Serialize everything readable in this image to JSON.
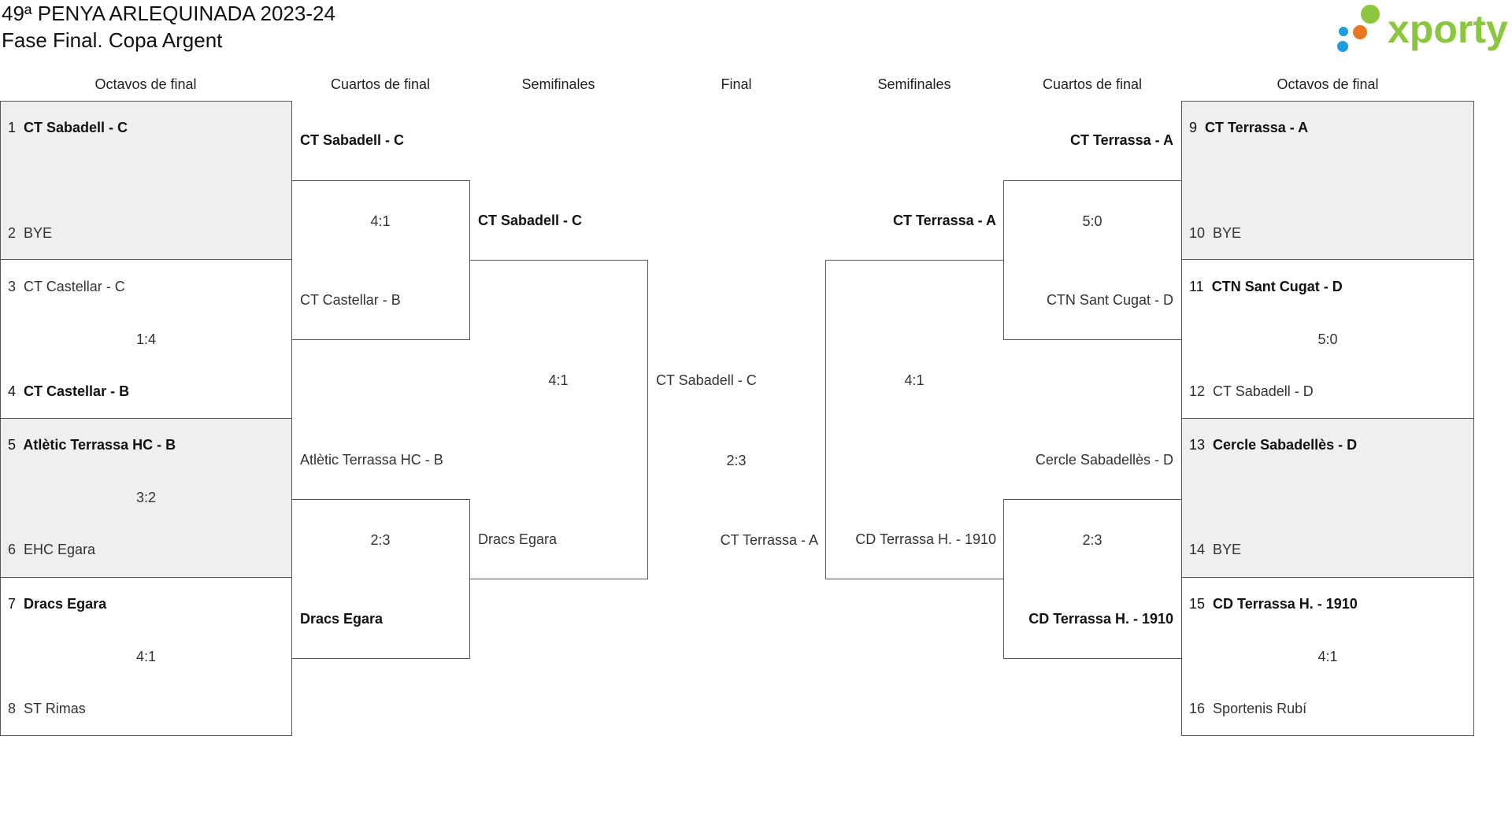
{
  "header": {
    "title": "49ª PENYA ARLEQUINADA 2023-24",
    "subtitle": "Fase Final. Copa Argent"
  },
  "logo": {
    "text": "xporty",
    "colors": [
      "#8cc63f",
      "#e87722",
      "#1e9ee0"
    ]
  },
  "rounds": {
    "left_r16": "Octavos de final",
    "left_qf": "Cuartos de final",
    "left_sf": "Semifinales",
    "final": "Final",
    "right_sf": "Semifinales",
    "right_qf": "Cuartos de final",
    "right_r16": "Octavos de final"
  },
  "left_r16": [
    {
      "seed_a": "1",
      "team_a": "CT Sabadell - C",
      "seed_b": "2",
      "team_b": "BYE",
      "score": ""
    },
    {
      "seed_a": "3",
      "team_a": "CT Castellar - C",
      "seed_b": "4",
      "team_b": "CT Castellar - B",
      "score": "1:4"
    },
    {
      "seed_a": "5",
      "team_a": "Atlètic Terrassa HC - B",
      "seed_b": "6",
      "team_b": "EHC Egara",
      "score": "3:2"
    },
    {
      "seed_a": "7",
      "team_a": "Dracs Egara",
      "seed_b": "8",
      "team_b": "ST Rimas",
      "score": "4:1"
    }
  ],
  "right_r16": [
    {
      "seed_a": "9",
      "team_a": "CT Terrassa - A",
      "seed_b": "10",
      "team_b": "BYE",
      "score": ""
    },
    {
      "seed_a": "11",
      "team_a": "CTN Sant Cugat - D",
      "seed_b": "12",
      "team_b": "CT Sabadell - D",
      "score": "5:0"
    },
    {
      "seed_a": "13",
      "team_a": "Cercle Sabadellès - D",
      "seed_b": "14",
      "team_b": "BYE",
      "score": ""
    },
    {
      "seed_a": "15",
      "team_a": "CD Terrassa H. - 1910",
      "seed_b": "16",
      "team_b": "Sportenis Rubí",
      "score": "4:1"
    }
  ],
  "left_qf": [
    {
      "team_a": "CT Sabadell - C",
      "team_b": "CT Castellar - B",
      "score": "4:1"
    },
    {
      "team_a": "Atlètic Terrassa HC - B",
      "team_b": "Dracs Egara",
      "score": "2:3"
    }
  ],
  "right_qf": [
    {
      "team_a": "CT Terrassa - A",
      "team_b": "CTN Sant Cugat - D",
      "score": "5:0"
    },
    {
      "team_a": "Cercle Sabadellès - D",
      "team_b": "CD Terrassa H. - 1910",
      "score": "2:3"
    }
  ],
  "left_sf": {
    "team_a": "CT Sabadell - C",
    "team_b": "Dracs Egara",
    "score": "4:1"
  },
  "right_sf": {
    "team_a": "CT Terrassa - A",
    "team_b": "CD Terrassa H. - 1910",
    "score": "4:1"
  },
  "final": {
    "team_a": "CT Sabadell - C",
    "team_b": "CT Terrassa - A",
    "score": "2:3"
  }
}
